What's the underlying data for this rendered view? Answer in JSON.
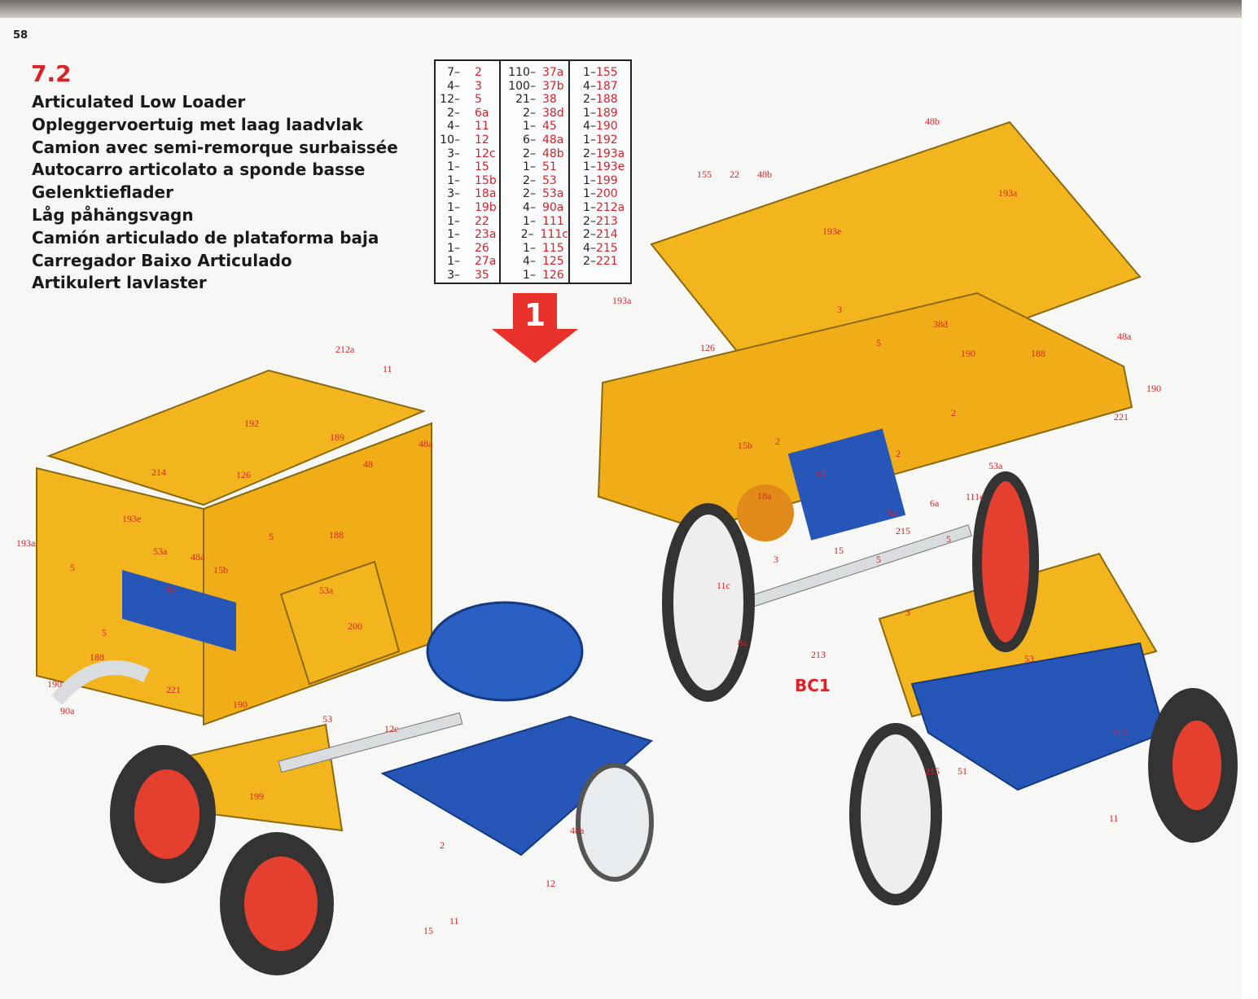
{
  "page_number": "58",
  "section_number": "7.2",
  "titles": [
    "Articulated Low Loader",
    "Opleggervoertuig met laag laadvlak",
    "Camion avec semi-remorque surbaissée",
    "Autocarro articolato a sponde basse",
    "Gelenktieflader",
    "Låg påhängsvagn",
    "Camión articulado de plataforma baja",
    "Carregador Baixo Articulado",
    "Artikulert lavlaster"
  ],
  "parts_list": [
    [
      [
        "7–",
        "2"
      ],
      [
        "4–",
        "3"
      ],
      [
        "12–",
        "5"
      ],
      [
        "2–",
        "6a"
      ],
      [
        "4–",
        "11"
      ],
      [
        "10–",
        "12"
      ],
      [
        "3–",
        "12c"
      ],
      [
        "1–",
        "15"
      ],
      [
        "1–",
        "15b"
      ],
      [
        "3–",
        "18a"
      ],
      [
        "1–",
        "19b"
      ],
      [
        "1–",
        "22"
      ],
      [
        "1–",
        "23a"
      ],
      [
        "1–",
        "26"
      ],
      [
        "1–",
        "27a"
      ],
      [
        "3–",
        "35"
      ]
    ],
    [
      [
        "110–",
        "37a"
      ],
      [
        "100–",
        "37b"
      ],
      [
        "21–",
        "38"
      ],
      [
        "2–",
        "38d"
      ],
      [
        "1–",
        "45"
      ],
      [
        "6–",
        "48a"
      ],
      [
        "2–",
        "48b"
      ],
      [
        "1–",
        "51"
      ],
      [
        "2–",
        "53"
      ],
      [
        "2–",
        "53a"
      ],
      [
        "4–",
        "90a"
      ],
      [
        "1–",
        "111"
      ],
      [
        "2–",
        "111c"
      ],
      [
        "1–",
        "115"
      ],
      [
        "4–",
        "125"
      ],
      [
        "1–",
        "126"
      ]
    ],
    [
      [
        "1–",
        "155"
      ],
      [
        "4–",
        "187"
      ],
      [
        "2–",
        "188"
      ],
      [
        "1–",
        "189"
      ],
      [
        "4–",
        "190"
      ],
      [
        "1–",
        "192"
      ],
      [
        "2–",
        "193a"
      ],
      [
        "1–",
        "193e"
      ],
      [
        "1–",
        "199"
      ],
      [
        "1–",
        "200"
      ],
      [
        "1–",
        "212a"
      ],
      [
        "2–",
        "213"
      ],
      [
        "2–",
        "214"
      ],
      [
        "4–",
        "215"
      ],
      [
        "2–",
        "221"
      ]
    ]
  ],
  "step_arrow_label": "1",
  "bc_label": "BC1",
  "left_callouts": [
    "212a",
    "11",
    "192",
    "189",
    "48a",
    "48",
    "214",
    "126",
    "193e",
    "193a",
    "5",
    "53a",
    "48a",
    "15b",
    "188",
    "8a",
    "53a",
    "200",
    "5",
    "188",
    "190",
    "221",
    "190",
    "90a",
    "53",
    "12c",
    "199",
    "2",
    "48a",
    "12",
    "15",
    "11",
    "5"
  ],
  "right_callouts": [
    "48b",
    "155",
    "22",
    "48b",
    "193a",
    "193e",
    "193a",
    "3",
    "126",
    "5",
    "38d",
    "190",
    "188",
    "48a",
    "190",
    "221",
    "2",
    "15b",
    "2",
    "45",
    "18a",
    "53a",
    "111c",
    "6a",
    "6a",
    "215",
    "5",
    "15",
    "3",
    "11c",
    "8a",
    "3",
    "213",
    "53",
    "215",
    "215",
    "51",
    "11",
    "2",
    "5"
  ],
  "colors": {
    "accent": "#d8232a",
    "yellow": "#f2b51e",
    "blue": "#2656b8",
    "silver": "#d9dde0"
  }
}
